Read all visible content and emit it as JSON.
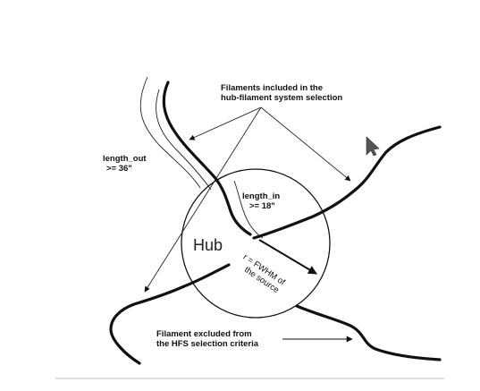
{
  "labels": {
    "included_line1": "Filaments included in the",
    "included_line2": "hub-filament system selection",
    "length_out_line1": "length_out",
    "length_out_line2": ">= 36\"",
    "length_in_line1": "length_in",
    "length_in_line2": ">= 18\"",
    "hub": "Hub",
    "radius_line1": "r = FWHM of",
    "radius_line2": "the source",
    "excluded_line1": "Filament excluded from",
    "excluded_line2": "the HFS selection criteria"
  },
  "colors": {
    "ink": "#111111",
    "background": "#ffffff",
    "rule": "#bdbdbd"
  },
  "icons": [
    "mouse-cursor-icon"
  ]
}
